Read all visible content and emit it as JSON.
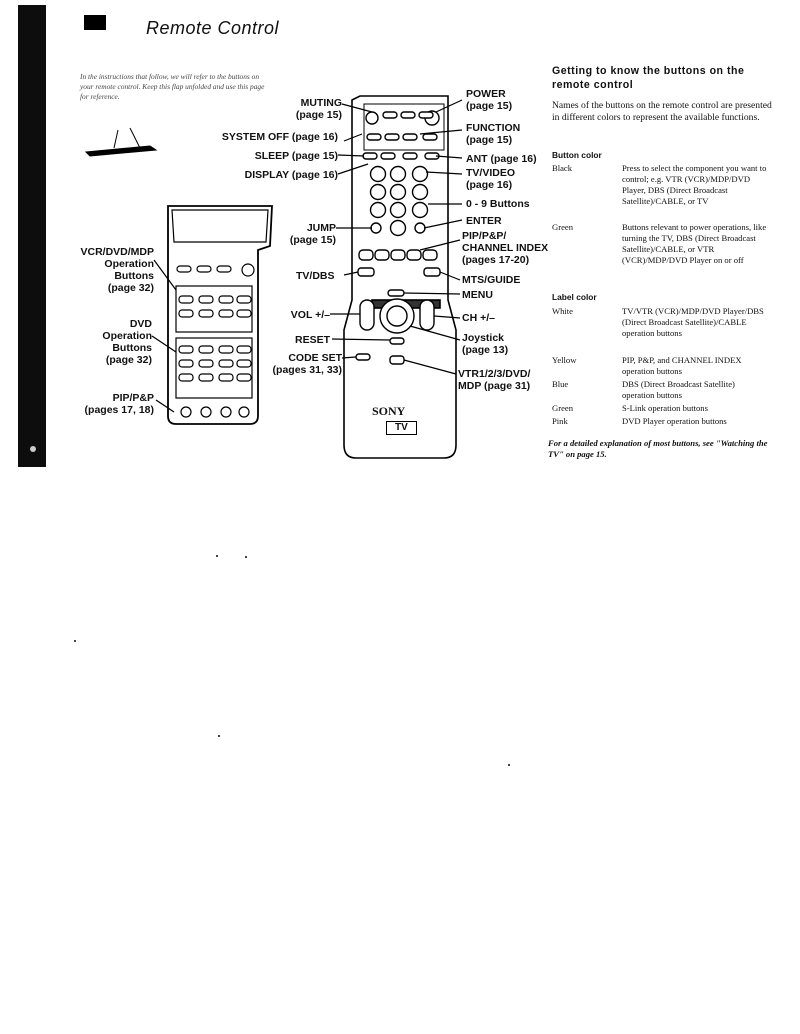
{
  "header": {
    "title": "Remote Control"
  },
  "intro": "In the instructions that follow, we will refer to the buttons on your remote control. Keep this flap unfolded and use this page for reference.",
  "remote": {
    "brand": "SONY",
    "model": "TV"
  },
  "callouts": {
    "muting": [
      "MUTING",
      "(page 15)"
    ],
    "power": [
      "POWER",
      "(page 15)"
    ],
    "system_off": "SYSTEM OFF (page 16)",
    "function": [
      "FUNCTION",
      "(page 15)"
    ],
    "sleep": "SLEEP (page 15)",
    "ant": "ANT (page 16)",
    "display": "DISPLAY (page 16)",
    "tv_video": [
      "TV/VIDEO",
      "(page 16)"
    ],
    "digits": "0 - 9 Buttons",
    "enter": "ENTER",
    "jump": [
      "JUMP",
      "(page 15)"
    ],
    "pip": [
      "PIP/P&P/",
      "CHANNEL INDEX",
      "(pages 17-20)"
    ],
    "tv_dbs": "TV/DBS",
    "mts": "MTS/GUIDE",
    "menu": "MENU",
    "vol": "VOL +/–",
    "ch": "CH +/–",
    "reset": "RESET",
    "joystick": [
      "Joystick",
      "(page 13)"
    ],
    "code_set": [
      "CODE SET",
      "(pages 31, 33)"
    ],
    "vtr": [
      "VTR1/2/3/DVD/",
      "MDP (page 31)"
    ],
    "vcr_ops": [
      "VCR/DVD/MDP",
      "Operation",
      "Buttons",
      "(page 32)"
    ],
    "dvd_ops": [
      "DVD",
      "Operation",
      "Buttons",
      "(page 32)"
    ],
    "pip_pp": [
      "PIP/P&P",
      "(pages 17, 18)"
    ]
  },
  "sidebar": {
    "heading": "Getting to know the buttons on the remote control",
    "body": "Names of the buttons on the remote control are presented in different colors to represent the available functions.",
    "button_color_title": "Button color",
    "button_colors": [
      {
        "name": "Black",
        "desc": "Press to select the component you want to control; e.g. VTR (VCR)/MDP/DVD Player, DBS (Direct Broadcast Satellite)/CABLE, or TV"
      },
      {
        "name": "Green",
        "desc": "Buttons relevant to power operations, like turning the TV, DBS (Direct Broadcast Satellite)/CABLE, or VTR (VCR)/MDP/DVD Player on or off"
      }
    ],
    "label_color_title": "Label color",
    "label_colors": [
      {
        "name": "White",
        "desc": "TV/VTR (VCR)/MDP/DVD Player/DBS (Direct Broadcast Satellite)/CABLE operation buttons"
      },
      {
        "name": "Yellow",
        "desc": "PIP, P&P, and CHANNEL INDEX operation buttons"
      },
      {
        "name": "Blue",
        "desc": "DBS (Direct Broadcast Satellite) operation buttons"
      },
      {
        "name": "Green",
        "desc": "S-Link operation buttons"
      },
      {
        "name": "Pink",
        "desc": "DVD Player operation buttons"
      }
    ],
    "footnote": "For a detailed explanation of most buttons, see \"Watching the TV\" on page 15."
  }
}
